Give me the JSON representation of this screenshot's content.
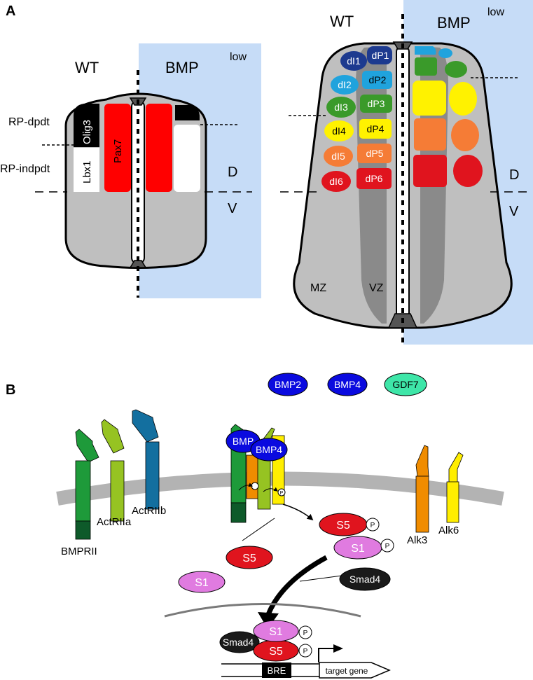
{
  "panel_a": {
    "label": "A",
    "left_section": {
      "wt_label": "WT",
      "bmp_label": "BMP",
      "bmp_superscript": "low",
      "rp_dependent_label": "RP-dpdt",
      "rp_independent_label": "RP-indpdt",
      "dorsal_label": "D",
      "ventral_label": "V",
      "olig3_label": "Olig3",
      "lbx1_label": "Lbx1",
      "pax7_label": "Pax7"
    },
    "right_section": {
      "wt_label": "WT",
      "bmp_label": "BMP",
      "bmp_superscript": "low",
      "dorsal_label": "D",
      "ventral_label": "V",
      "mz_label": "MZ",
      "vz_label": "VZ",
      "interneurons": [
        "dI1",
        "dI2",
        "dI3",
        "dI4",
        "dI5",
        "dI6"
      ],
      "progenitors": [
        "dP1",
        "dP2",
        "dP3",
        "dP4",
        "dP5",
        "dP6"
      ]
    },
    "colors": {
      "bmp_low_background": "#c6dcf7",
      "tissue": "#bfbfbf",
      "ventricular_zone": "#8a8a8a",
      "pax7": "#ff0000",
      "olig3": "#000000",
      "lbx1": "#ffffff",
      "domain_colors": [
        "#1d3a8f",
        "#20a3dd",
        "#3a9a2a",
        "#fff200",
        "#f57c36",
        "#e0141e"
      ]
    }
  },
  "panel_b": {
    "label": "B",
    "ligands": [
      "BMP2",
      "BMP4",
      "GDF7"
    ],
    "type2_receptors": [
      "BMPRII",
      "ActRIIa",
      "ActRIIb"
    ],
    "type1_receptors": [
      "Alk3",
      "Alk6"
    ],
    "complex_ligand_1": "BMP",
    "complex_ligand_2": "BMP4",
    "smad1": "S1",
    "smad5": "S5",
    "smad4": "Smad4",
    "phospho": "P",
    "bre_label": "BRE",
    "target_gene_label": "target gene",
    "colors": {
      "bmp_ligand": "#0a0adf",
      "gdf7": "#3ee6a8",
      "smad1": "#e07be0",
      "smad5": "#e0141e",
      "smad4": "#1a1a1a",
      "membrane": "#b3b3b3",
      "bmprii": "#1e9a3a",
      "bmprii_kinase": "#0e5a2a",
      "actriia": "#96c322",
      "actriib": "#136f9f",
      "alk3": "#f08c00",
      "alk6": "#ffee00"
    }
  }
}
